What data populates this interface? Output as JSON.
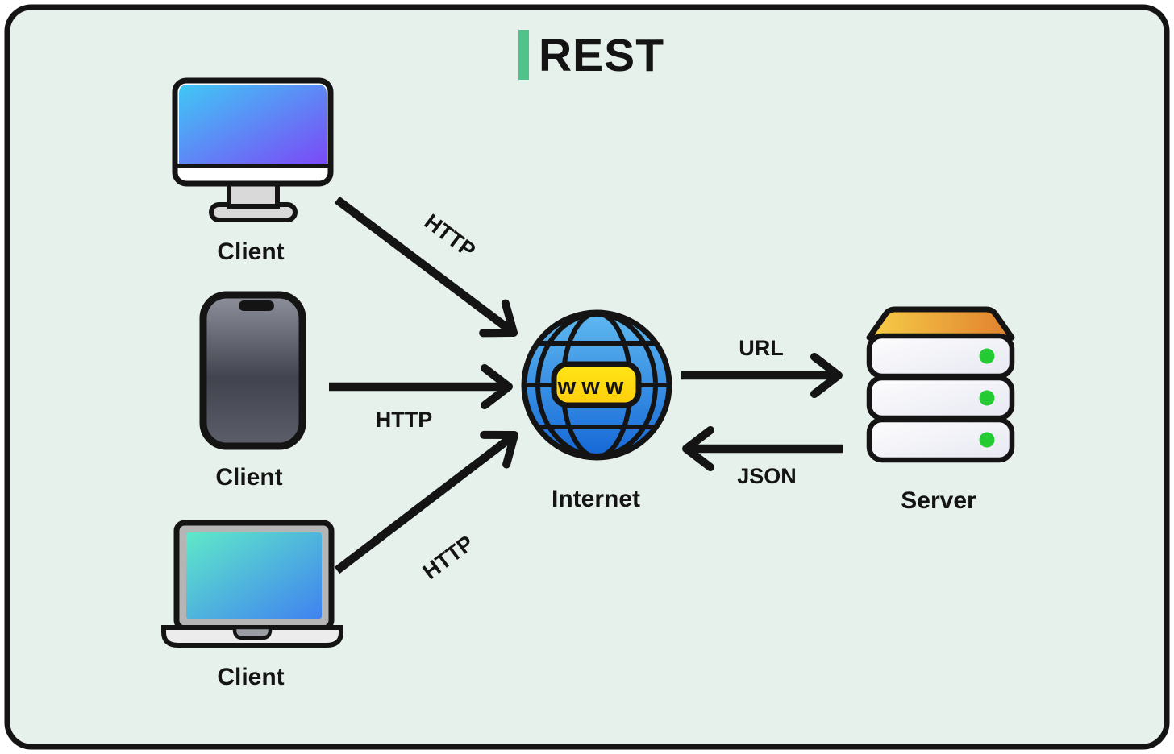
{
  "title": {
    "text": "REST"
  },
  "nodes": {
    "clients": [
      {
        "type": "desktop",
        "label": "Client"
      },
      {
        "type": "mobile",
        "label": "Client"
      },
      {
        "type": "laptop",
        "label": "Client"
      }
    ],
    "internet": {
      "label": "Internet",
      "badge_text": "www"
    },
    "server": {
      "label": "Server"
    }
  },
  "edges": [
    {
      "from": "desktop-client",
      "to": "internet",
      "label": "HTTP"
    },
    {
      "from": "mobile-client",
      "to": "internet",
      "label": "HTTP"
    },
    {
      "from": "laptop-client",
      "to": "internet",
      "label": "HTTP"
    },
    {
      "from": "internet",
      "to": "server",
      "label": "URL"
    },
    {
      "from": "server",
      "to": "internet",
      "label": "JSON"
    }
  ],
  "colors": {
    "panel_background": "#e7f1ec",
    "outline": "#141414",
    "accent_green": "#4fc389",
    "monitor_screen_top": "#40c8f5",
    "monitor_screen_bottom": "#7b49f7",
    "phone_body_top": "#8e919b",
    "phone_body_bottom": "#5c5f69",
    "laptop_screen_top": "#5fe9c9",
    "laptop_screen_bottom": "#4082f0",
    "globe_top": "#5fb9f0",
    "globe_bottom": "#1567d6",
    "badge_yellow_top": "#ffe619",
    "badge_yellow_bottom": "#ffce0a",
    "server_top_yellow": "#f7cd48",
    "server_top_orange": "#e0802e",
    "status_dot_green": "#25cb33"
  }
}
